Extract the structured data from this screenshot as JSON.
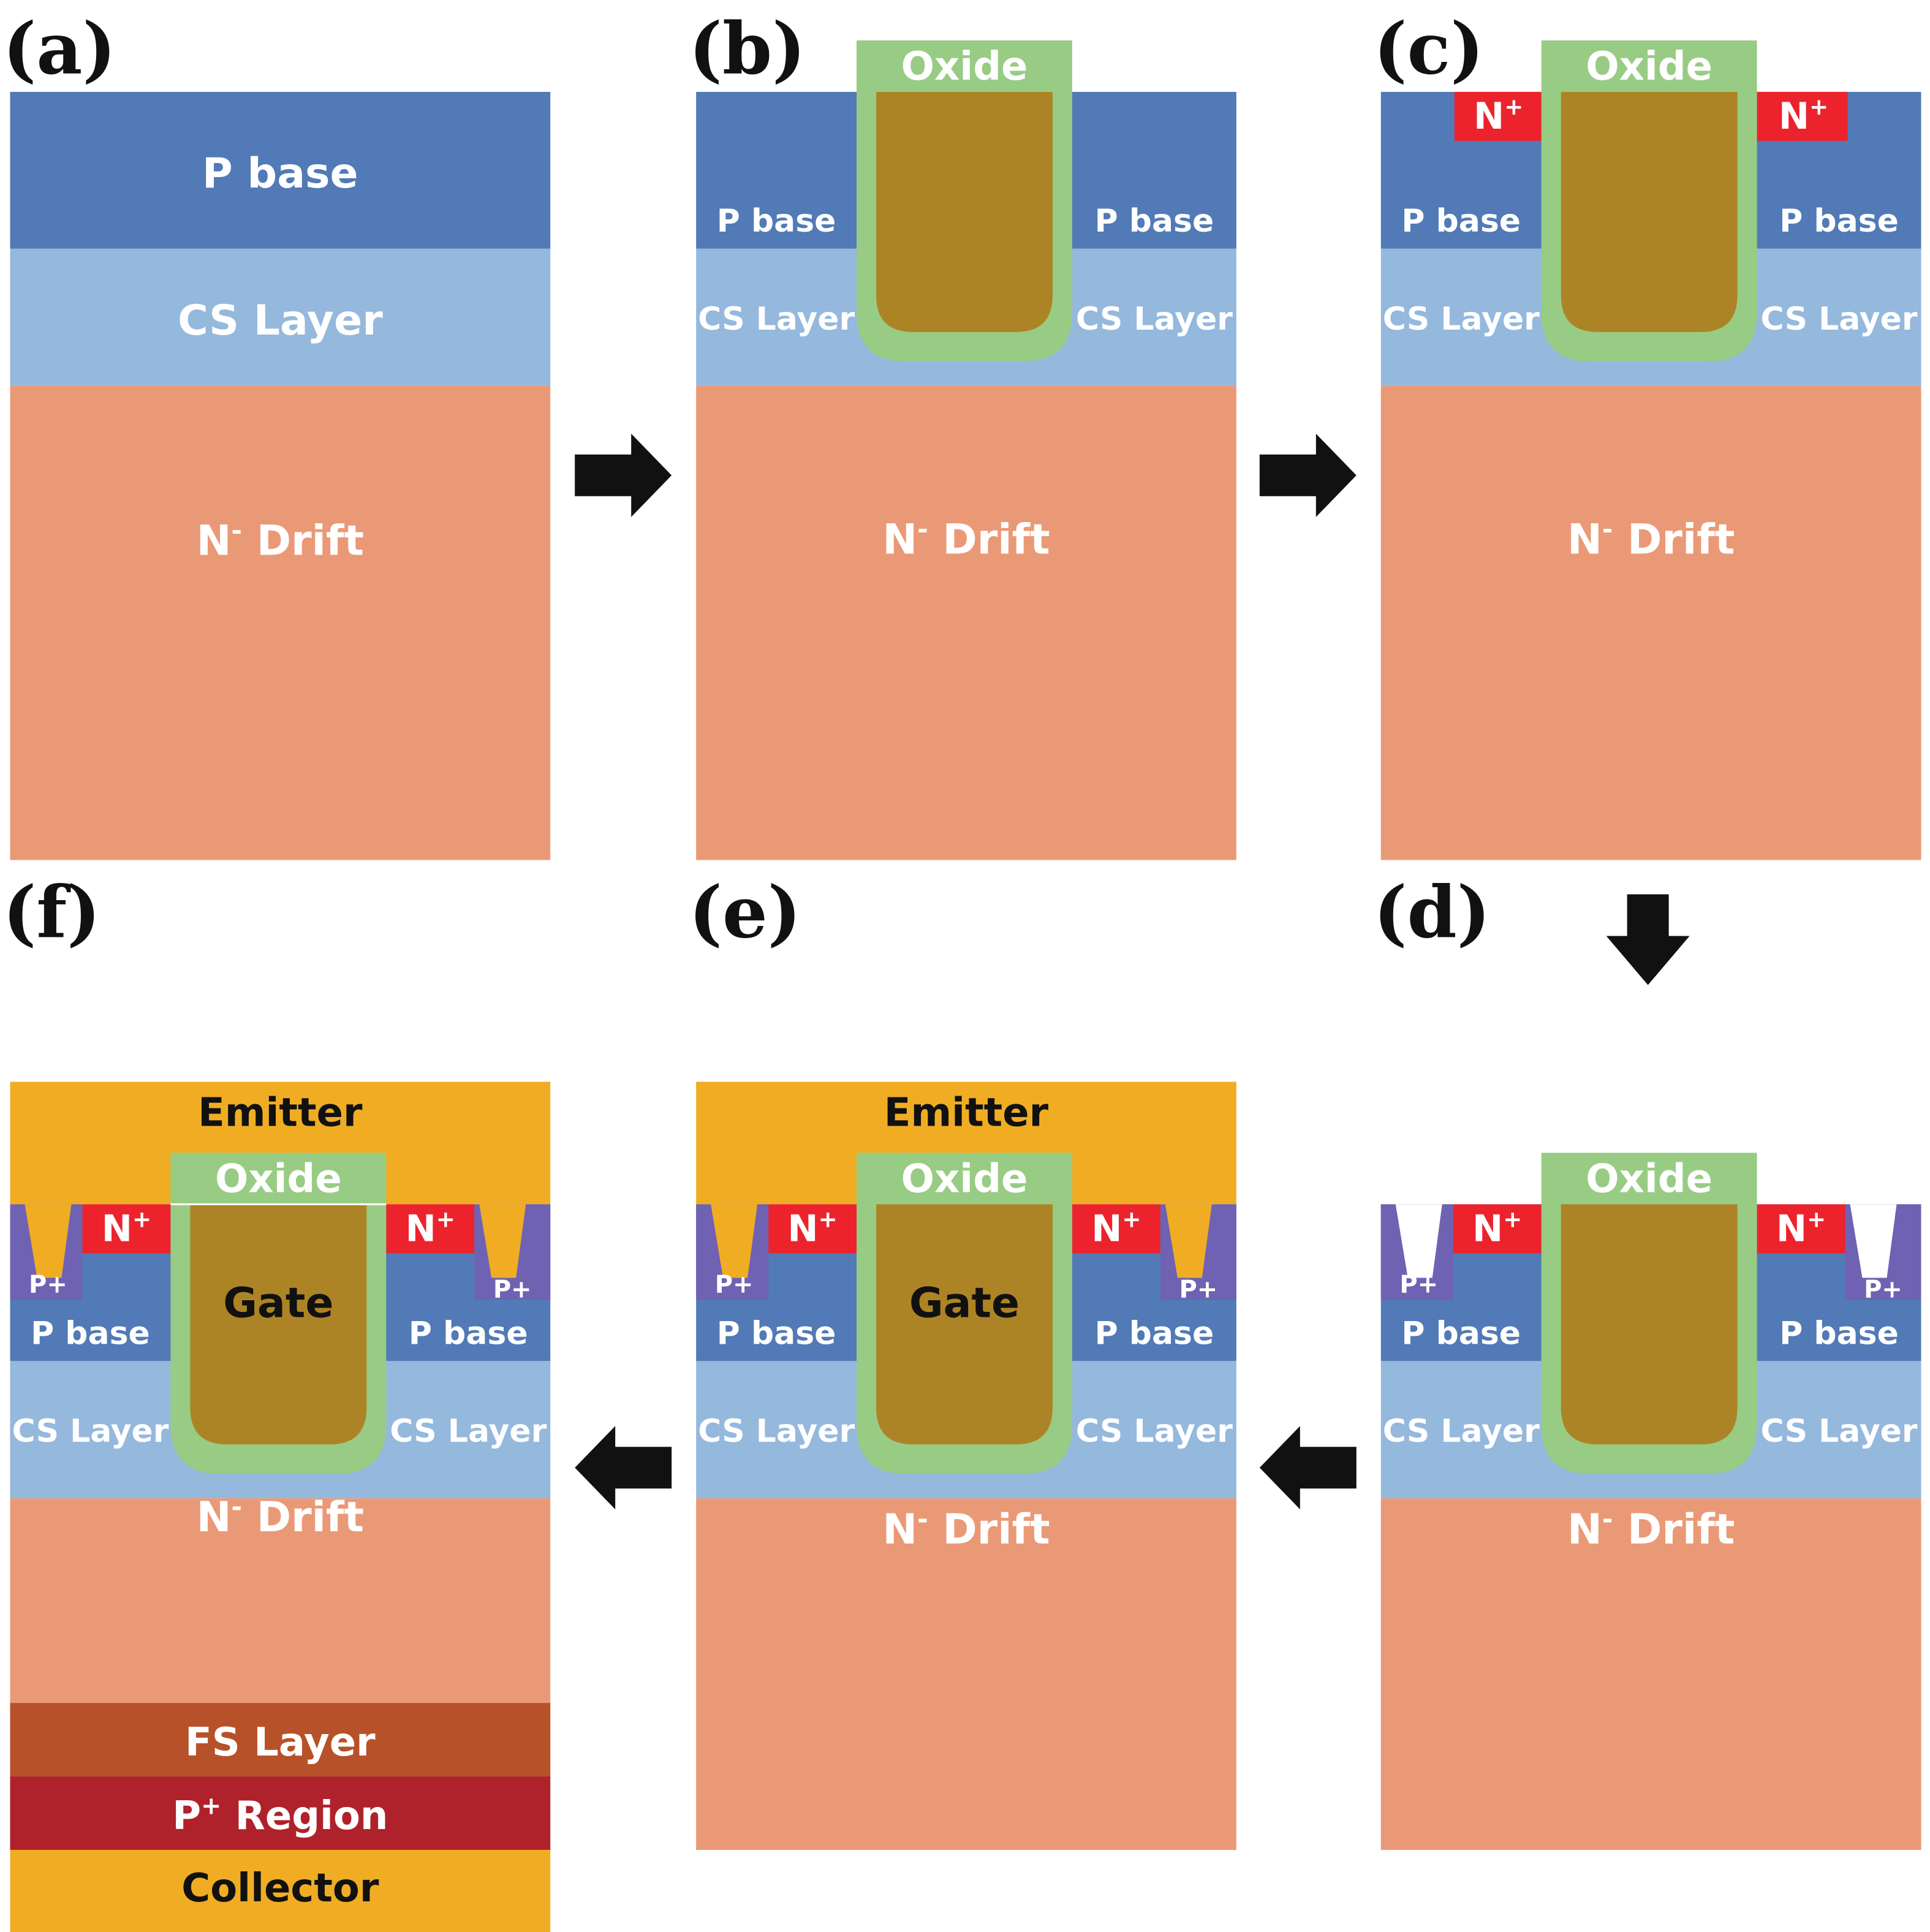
{
  "figure": {
    "colors": {
      "p_base": "#517AB6",
      "cs_layer": "#95B8DD",
      "n_drift": "#EA9977",
      "oxide": "#98CC84",
      "gate_poly": "#AD8425",
      "n_plus": "#EC232D",
      "p_plus": "#6F62B3",
      "metal": "#F0AD24",
      "fs_layer": "#B75129",
      "p_plus_region": "#AF222B",
      "arrow": "#111111"
    },
    "panels": [
      {
        "id": "a",
        "tag": "(a)",
        "labels": {
          "p_base": "P base",
          "cs_layer": "CS Layer",
          "n_drift_main": "N",
          "n_drift_sup": "-",
          "n_drift_rest": " Drift"
        }
      },
      {
        "id": "b",
        "tag": "(b)",
        "labels": {
          "oxide": "Oxide",
          "p_base_left": "P base",
          "p_base_right": "P base",
          "cs_left": "CS Layer",
          "cs_right": "CS Layer",
          "n_drift_main": "N",
          "n_drift_sup": "-",
          "n_drift_rest": " Drift"
        }
      },
      {
        "id": "c",
        "tag": "(c)",
        "labels": {
          "oxide": "Oxide",
          "n_plus_main": "N",
          "n_plus_sup": "+",
          "p_base_left": "P base",
          "p_base_right": "P base",
          "cs_left": "CS Layer",
          "cs_right": "CS Layer",
          "n_drift_main": "N",
          "n_drift_sup": "-",
          "n_drift_rest": " Drift"
        }
      },
      {
        "id": "d",
        "tag": "(d)",
        "labels": {
          "oxide": "Oxide",
          "n_plus_main": "N",
          "n_plus_sup": "+",
          "p_plus": "P+",
          "p_base_left": "P base",
          "p_base_right": "P base",
          "cs_left": "CS Layer",
          "cs_right": "CS Layer",
          "n_drift_main": "N",
          "n_drift_sup": "-",
          "n_drift_rest": " Drift"
        }
      },
      {
        "id": "e",
        "tag": "(e)",
        "labels": {
          "emitter": "Emitter",
          "oxide": "Oxide",
          "gate": "Gate",
          "n_plus_main": "N",
          "n_plus_sup": "+",
          "p_plus": "P+",
          "p_base_left": "P base",
          "p_base_right": "P base",
          "cs_left": "CS Layer",
          "cs_right": "CS Layer",
          "n_drift_main": "N",
          "n_drift_sup": "-",
          "n_drift_rest": " Drift"
        }
      },
      {
        "id": "f",
        "tag": "(f)",
        "labels": {
          "emitter": "Emitter",
          "oxide": "Oxide",
          "gate": "Gate",
          "n_plus_main": "N",
          "n_plus_sup": "+",
          "p_plus": "P+",
          "p_base_left": "P base",
          "p_base_right": "P base",
          "cs_left": "CS Layer",
          "cs_right": "CS Layer",
          "n_drift_main": "N",
          "n_drift_sup": "-",
          "n_drift_rest": " Drift",
          "fs_layer": "FS Layer",
          "p_region_main": "P",
          "p_region_sup": "+",
          "p_region_rest": " Region",
          "collector": "Collector"
        }
      }
    ],
    "flow": [
      "a",
      "b",
      "c",
      "d",
      "e",
      "f"
    ],
    "arrows": [
      {
        "from": "a",
        "to": "b",
        "direction": "right"
      },
      {
        "from": "b",
        "to": "c",
        "direction": "right"
      },
      {
        "from": "c",
        "to": "d",
        "direction": "down"
      },
      {
        "from": "d",
        "to": "e",
        "direction": "left"
      },
      {
        "from": "e",
        "to": "f",
        "direction": "left"
      }
    ]
  }
}
